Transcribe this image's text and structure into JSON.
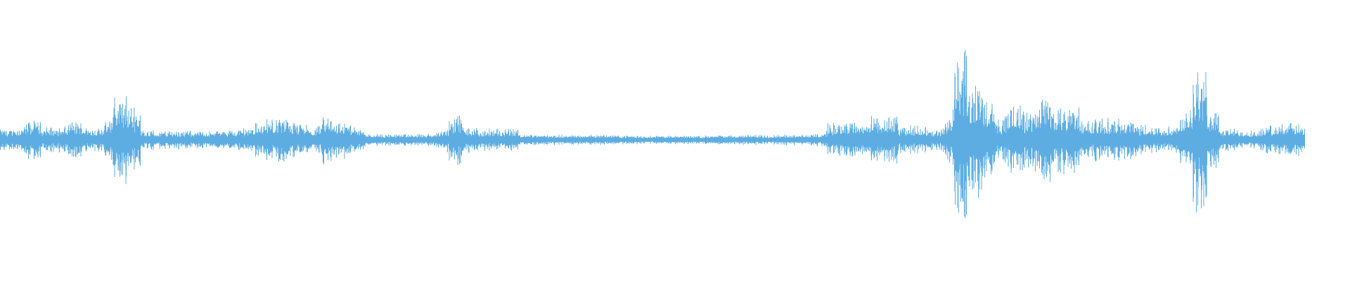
{
  "chart_data": {
    "type": "area",
    "subtype": "audio-waveform",
    "title": "",
    "xlabel": "",
    "ylabel": "",
    "ylim": [
      -1,
      1
    ],
    "grid": false,
    "color": "#5dade2",
    "background": "#ffffff",
    "envelope": [
      0.06,
      0.08,
      0.12,
      0.08,
      0.07,
      0.12,
      0.08,
      0.07,
      0.3,
      0.25,
      0.06,
      0.05,
      0.06,
      0.05,
      0.05,
      0.05,
      0.06,
      0.07,
      0.1,
      0.14,
      0.13,
      0.1,
      0.06,
      0.16,
      0.12,
      0.08,
      0.04,
      0.03,
      0.03,
      0.03,
      0.03,
      0.04,
      0.18,
      0.08,
      0.06,
      0.06,
      0.08,
      0.03,
      0.025,
      0.025,
      0.025,
      0.025,
      0.025,
      0.025,
      0.02,
      0.02,
      0.02,
      0.02,
      0.02,
      0.02,
      0.02,
      0.02,
      0.025,
      0.025,
      0.025,
      0.025,
      0.03,
      0.03,
      0.03,
      0.1,
      0.13,
      0.12,
      0.14,
      0.17,
      0.08,
      0.09,
      0.06,
      0.05,
      0.6,
      0.4,
      0.3,
      0.12,
      0.28,
      0.15,
      0.33,
      0.2,
      0.25,
      0.12,
      0.14,
      0.12,
      0.14,
      0.1,
      0.08,
      0.07,
      0.17,
      0.55,
      0.2,
      0.07,
      0.06,
      0.05,
      0.08,
      0.1,
      0.1
    ]
  }
}
